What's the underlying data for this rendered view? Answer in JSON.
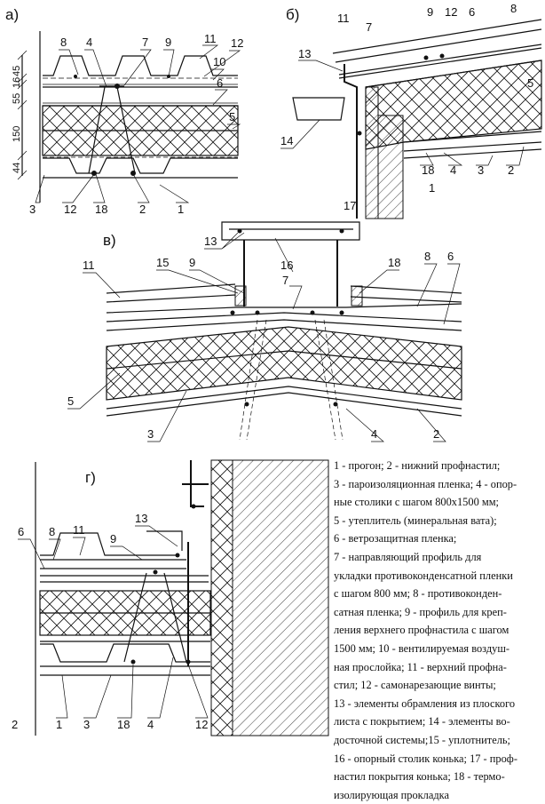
{
  "panels": {
    "a": {
      "title": "а)",
      "dimensions": [
        "45",
        "16",
        "55",
        "150",
        "44"
      ],
      "callouts": {
        "c8": "8",
        "c4": "4",
        "c7": "7",
        "c9": "9",
        "c11": "11",
        "c12t": "12",
        "c10": "10",
        "c6": "6",
        "c5": "5",
        "c3": "3",
        "c12b": "12",
        "c18": "18",
        "c2": "2",
        "c1": "1"
      }
    },
    "b": {
      "title": "б)",
      "callouts": {
        "c11": "11",
        "c7": "7",
        "c9": "9",
        "c12": "12",
        "c6": "6",
        "c8": "8",
        "c13": "13",
        "c5": "5",
        "c14": "14",
        "c18": "18",
        "c4": "4",
        "c3": "3",
        "c2": "2",
        "c1": "1"
      }
    },
    "v": {
      "title": "в)",
      "callouts": {
        "c17": "17",
        "c13": "13",
        "c16": "16",
        "c15": "15",
        "c9": "9",
        "c18": "18",
        "c8": "8",
        "c6": "6",
        "c11": "11",
        "c7": "7",
        "c5": "5",
        "c3": "3",
        "c4": "4",
        "c2": "2"
      }
    },
    "g": {
      "title": "г)",
      "callouts": {
        "c13": "13",
        "c6": "6",
        "c8": "8",
        "c11": "11",
        "c9": "9",
        "c2": "2",
        "c1": "1",
        "c3": "3",
        "c18": "18",
        "c4": "4",
        "c12": "12"
      }
    }
  },
  "legend": [
    "1 - прогон; 2 - нижний профнастил;",
    "3 - пароизоляционная пленка; 4 - опор-",
    "ные столики с шагом 800x1500 мм;",
    "5 - утеплитель (минеральная вата);",
    "6 - ветрозащитная пленка;",
    "7 - направляющий профиль для",
    "укладки противоконденсатной пленки",
    "с шагом 800 мм; 8 - противоконден-",
    "сатная пленка; 9 - профиль для креп-",
    "ления верхнего профнастила с шагом",
    "1500 мм; 10 - вентилируемая воздуш-",
    "ная прослойка; 11 - верхний профна-",
    "стил; 12 - самонарезающие винты;",
    "13 - элементы обрамления из плоского",
    "листа с покрытием; 14 - элементы во-",
    "досточной системы;15 - уплотнитель;",
    "16 - опорный столик конька; 17 - проф-",
    "настил покрытия конька; 18 - термо-",
    "изолирующая прокладка"
  ]
}
